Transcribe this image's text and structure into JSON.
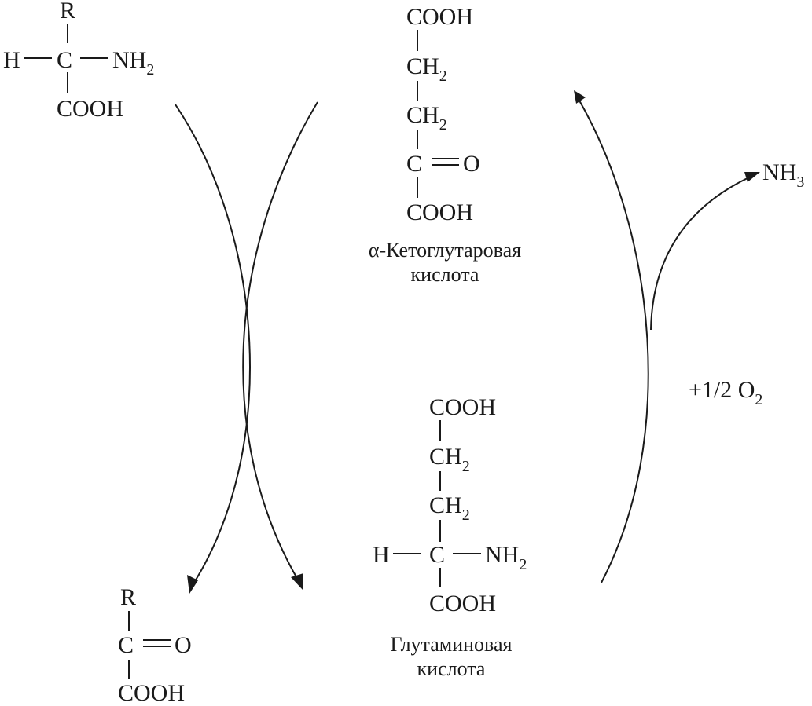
{
  "amino_acid": {
    "r": "R",
    "h": "H",
    "c": "C",
    "nh": "NH",
    "nh_sub": "2",
    "cooh": "COOH"
  },
  "keto_acid": {
    "r": "R",
    "c": "C",
    "eq": "═",
    "o": "O",
    "cooh": "COOH"
  },
  "alpha_ketoglutarate": {
    "cooh_top": "COOH",
    "ch_1": "CH",
    "ch_1_sub": "2",
    "ch_2": "CH",
    "ch_2_sub": "2",
    "c": "C",
    "o": "O",
    "cooh_bottom": "COOH",
    "name_line1": "α-Кетоглутаровая",
    "name_line2": "кислота"
  },
  "glutamate": {
    "cooh_top": "COOH",
    "ch_1": "CH",
    "ch_1_sub": "2",
    "ch_2": "CH",
    "ch_2_sub": "2",
    "h": "H",
    "c": "C",
    "nh": "NH",
    "nh_sub": "2",
    "cooh_bottom": "COOH",
    "name_line1": "Глутаминовая",
    "name_line2": "кислота"
  },
  "ammonia": {
    "nh": "NH",
    "sub": "3"
  },
  "oxygen": {
    "prefix": "+1/2 O",
    "sub": "2"
  }
}
